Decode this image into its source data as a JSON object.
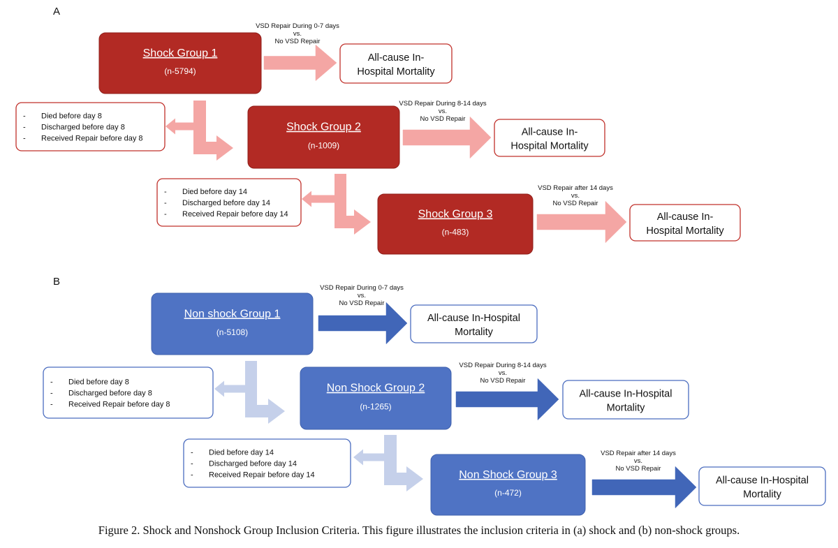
{
  "colors": {
    "shock_box": "#b22a24",
    "shock_box_border": "#8f1e19",
    "shock_arrow": "#f4a6a4",
    "shock_outline": "#c0302a",
    "nonshock_box": "#4f73c4",
    "nonshock_box_border": "#3f60ad",
    "nonshock_arrow": "#4166b8",
    "nonshock_light_arrow": "#c5d0ea",
    "nonshock_outline": "#4a6cbf"
  },
  "panels": [
    {
      "label": "A",
      "theme": "shock",
      "groups": [
        {
          "title": "Shock Group 1",
          "n": "(n-5794)"
        },
        {
          "title": "Shock Group 2",
          "n": "(n-1009)"
        },
        {
          "title": "Shock Group 3",
          "n": "(n-483)"
        }
      ],
      "comparisons": [
        [
          "VSD Repair During 0-7 days",
          "vs.",
          "No VSD Repair"
        ],
        [
          "VSD Repair During 8-14 days",
          "vs.",
          "No VSD Repair"
        ],
        [
          "VSD Repair after 14 days",
          "vs.",
          "No VSD Repair"
        ]
      ],
      "outcomes": [
        [
          "All-cause In-",
          "Hospital Mortality"
        ],
        [
          "All-cause In-",
          "Hospital Mortality"
        ],
        [
          "All-cause In-",
          "Hospital Mortality"
        ]
      ],
      "exclusions": [
        [
          "Died before day 8",
          "Discharged before day 8",
          "Received Repair before day 8"
        ],
        [
          "Died before day 14",
          "Discharged before day 14",
          "Received Repair before day 14"
        ]
      ]
    },
    {
      "label": "B",
      "theme": "nonshock",
      "groups": [
        {
          "title": "Non shock Group 1",
          "n": "(n-5108)"
        },
        {
          "title": "Non Shock Group 2",
          "n": "(n-1265)"
        },
        {
          "title": "Non Shock Group 3",
          "n": "(n-472)"
        }
      ],
      "comparisons": [
        [
          "VSD Repair During 0-7 days",
          "vs.",
          "No VSD Repair"
        ],
        [
          "VSD Repair During 8-14 days",
          "vs.",
          "No VSD Repair"
        ],
        [
          "VSD Repair after 14 days",
          "vs.",
          "No VSD Repair"
        ]
      ],
      "outcomes": [
        [
          "All-cause In-Hospital",
          "Mortality"
        ],
        [
          "All-cause In-Hospital",
          "Mortality"
        ],
        [
          "All-cause In-Hospital",
          "Mortality"
        ]
      ],
      "exclusions": [
        [
          "Died before day 8",
          "Discharged before day 8",
          "Received Repair before day 8"
        ],
        [
          "Died before day 14",
          "Discharged before day 14",
          "Received Repair before day 14"
        ]
      ]
    }
  ],
  "bullet": "-",
  "caption": "Figure 2.  Shock and Nonshock Group Inclusion Criteria. This figure illustrates the inclusion criteria in (a) shock and (b) non-shock groups."
}
